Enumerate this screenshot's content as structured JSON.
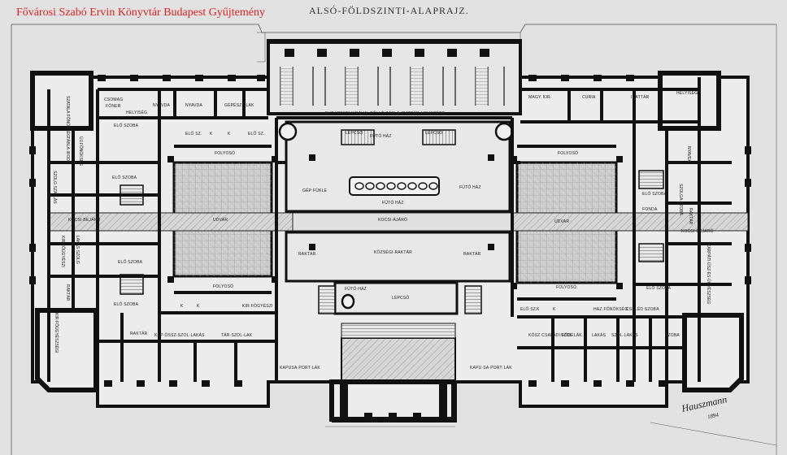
{
  "watermark": "Fővárosi Szabó Ervin Könyvtár Budapest Gyűjtemény",
  "plan_title": "ALSÓ-FÖLDSZINTI-ALAPRAJZ.",
  "signature": "Hauszmann",
  "signature_year": "1894",
  "rooms": {
    "csomag": "CSOMAG",
    "foner": "FŐNER",
    "nyavda": "NYAVDA",
    "nyavda2": "NYAVDA",
    "gepesz_lak": "GÉPÉSZ · LAK",
    "helyiseg": "HELYISÉG",
    "budapesti_kiralyi": "BUDAPESTI KIRÁLYI ·FŐLLÓ·TÁBLA·IRATTÁR·HELYISÉGE",
    "eloszoba_1": "ELŐ SZOBA",
    "elo_sz_1": "ELŐ SZ.",
    "k_1": "K",
    "k_2": "K",
    "elo_sz_2": "ELŐ SZ.",
    "folyoso_1": "FOLYOSÓ",
    "lepcso_1": "LÉPCSŐ",
    "lepcso_2": "LÉPCSŐ",
    "magyar_kir": "MAGY. KIR.",
    "curia": "CURIA",
    "irattar": "IRATTÁR",
    "helyiseg_2": "HELYISÉG",
    "folyoso_2": "FOLYOSÓ",
    "eloszoba_2": "ELŐ SZOBA",
    "fut_haz_1": "FŰTŐ HÁZ",
    "gep_fulke": "GÉP·FŰKLE",
    "futo_haz_2": "FŰTŐ HÁZ",
    "fut_haz_3": "FŰTŐ HÁZ",
    "udvar_1": "UDVAR",
    "udvar_2": "UDVAR",
    "kocsi_bejaro_1": "KOCSI·BEJÁRÓ",
    "kocsi_ajaro": "KOCSI·ÁJÁRÓ",
    "kocsi_bejaro_2": "KOCSI·BEJÁRÓ",
    "eloszoba_3": "ELŐ SZOBA",
    "eloszoba_4": "ELŐ SZOBA",
    "raktar_1": "RAKTÁR",
    "raktar_2": "RAKTÁR",
    "kozsegi_raktar": "KÖZSÉGI·RAKTÁR",
    "futo_haz_4": "FŰTŐ·HÁZ",
    "lepcso_3": "LÉPCSŐ",
    "folyoso_3": "FOLYOSÓ",
    "folyoso_4": "FOLYOSÓ",
    "eloszoba_5": "ELŐ SZOBA",
    "eloszoba_6": "ELŐ SZOBA",
    "fonda": "FONDA",
    "csel_szoba": "CSELÉD SZOBA",
    "elo_sz_3": "ELŐ SZ.",
    "k_3": "K",
    "k_4": "K",
    "k_5": "K",
    "k_6": "K",
    "raktar_3": "RAKTÁR",
    "kep_osszeg": "KÉP·ÖSSZ·SZOL·LAKÁS",
    "tar_szol_lak": "TÁR·SZOL·LAK",
    "szol_lak_1": "SZOL·LAK",
    "szol_lakas": "SZOL·LAKÁS",
    "ostoba": "SZOBA",
    "kapusa_port_lak": "KAPUSA·PORT·LAK",
    "kapusa_port_lak_2": "KAPU·SA·PORT·LAK",
    "csaladi_fodi": "KŐSZ·CSALÁDI·FŐDÉ",
    "lakas": "LAKÁS",
    "kir_fogacs_1": "KIR·FŐGYÉSZI",
    "kir_fogacs_2": "HAZ·FŐNÖKSÉG"
  },
  "vertical_rooms": {
    "szatla_fonokseg": "SZATALA FŐNÖKSÉG",
    "tabla_iroda": "TÁBLA·IRODA",
    "uj_fonokseg": "ÚJ·FŐNÖKSÉG",
    "szolgalati": "SZOLG·SZÁLLÁS",
    "kir_forrash": "KIR·FŐÜGYÉSZI",
    "lakszolg": "LAKÁS·SZOLG",
    "tanacs_lak": "KIR·FŐÜGYÉSZSÉGI",
    "raktar_v": "RAKTÁR",
    "kolteszet_r": "NYAVDA",
    "szolga_r": "SZOLGA·SZOBA",
    "raktar_r": "RAKTÁR",
    "rendorseg": "KÁRPÁTI·ÚSZ·ÉS·ÜGYÉSZSÉG"
  }
}
